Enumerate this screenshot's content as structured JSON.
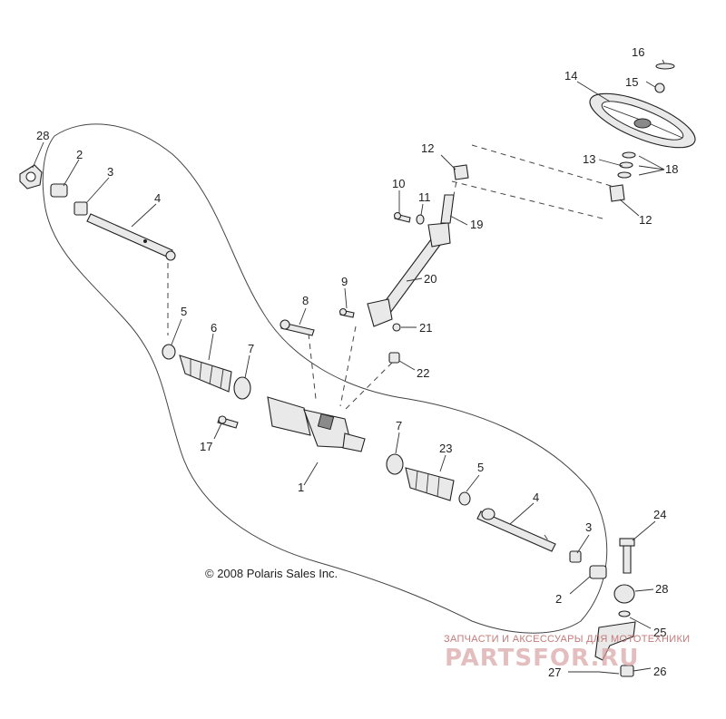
{
  "callouts": {
    "c1": "1",
    "c2a": "2",
    "c2b": "2",
    "c3a": "3",
    "c3b": "3",
    "c4a": "4",
    "c4b": "4",
    "c5a": "5",
    "c5b": "5",
    "c6": "6",
    "c7a": "7",
    "c7b": "7",
    "c8": "8",
    "c9": "9",
    "c10": "10",
    "c11": "11",
    "c12a": "12",
    "c12b": "12",
    "c13": "13",
    "c14": "14",
    "c15": "15",
    "c16": "16",
    "c17": "17",
    "c18": "18",
    "c19": "19",
    "c20": "20",
    "c21": "21",
    "c22": "22",
    "c23": "23",
    "c24": "24",
    "c25": "25",
    "c26": "26",
    "c27": "27",
    "c28a": "28",
    "c28b": "28"
  },
  "copyright": "© 2008 Polaris Sales Inc.",
  "watermark": {
    "subtitle": "ЗАПЧАСТИ И АКСЕССУАРЫ ДЛЯ МОТОТЕХНИКИ",
    "logo": "PARTSFOR.RU"
  }
}
